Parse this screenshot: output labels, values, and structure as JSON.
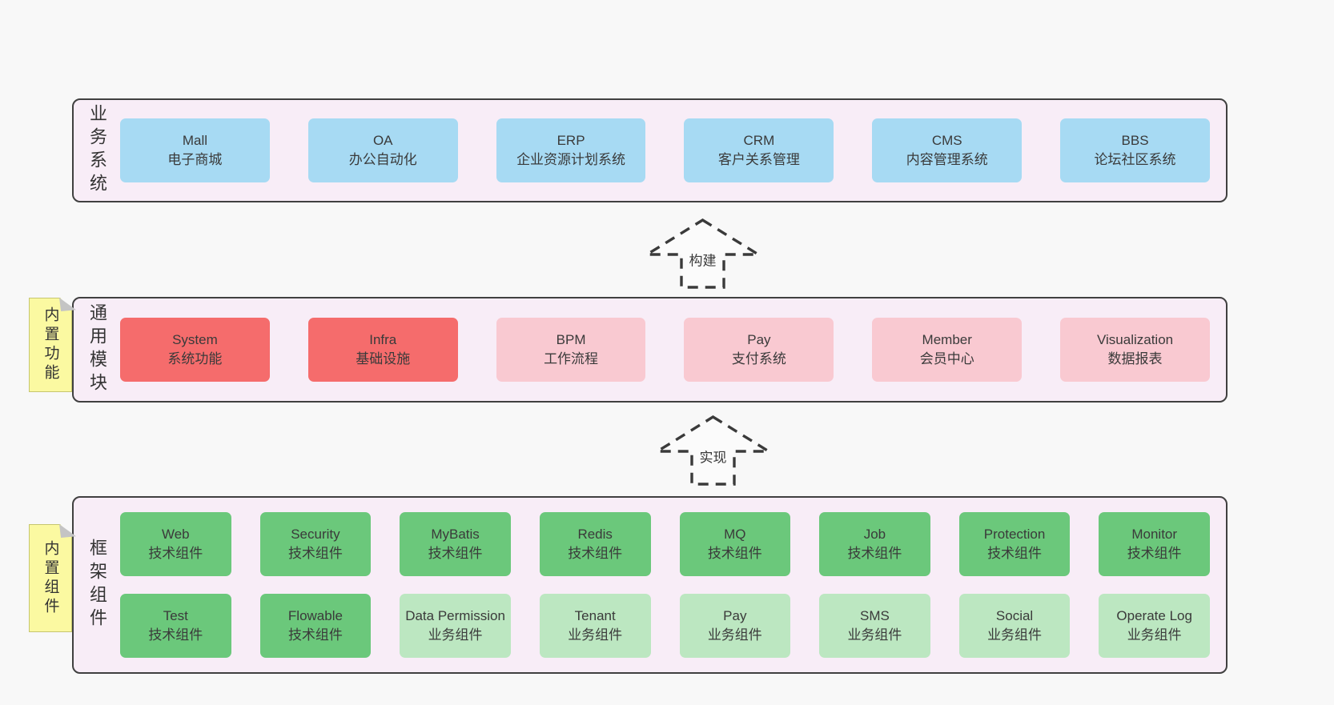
{
  "diagram": {
    "colors": {
      "page_bg": "#f8f8f8",
      "container_bg": "#f8edf7",
      "container_border": "#404040",
      "note_bg": "#fbf9a1",
      "blue": "#a7daf3",
      "red": "#f56c6c",
      "pink": "#f9c9d1",
      "green": "#6bc87b",
      "light_green": "#bce7c1",
      "text": "#3a3a3a"
    },
    "sections": [
      {
        "key": "business-systems",
        "side_label": "业务系统",
        "note": null,
        "rows": [
          [
            {
              "title": "Mall",
              "subtitle": "电子商城",
              "variant": "blue"
            },
            {
              "title": "OA",
              "subtitle": "办公自动化",
              "variant": "blue"
            },
            {
              "title": "ERP",
              "subtitle": "企业资源计划系统",
              "variant": "blue"
            },
            {
              "title": "CRM",
              "subtitle": "客户关系管理",
              "variant": "blue"
            },
            {
              "title": "CMS",
              "subtitle": "内容管理系统",
              "variant": "blue"
            },
            {
              "title": "BBS",
              "subtitle": "论坛社区系统",
              "variant": "blue"
            }
          ]
        ]
      },
      {
        "key": "common-modules",
        "side_label": "通用模块",
        "note": "内置功能",
        "rows": [
          [
            {
              "title": "System",
              "subtitle": "系统功能",
              "variant": "red"
            },
            {
              "title": "Infra",
              "subtitle": "基础设施",
              "variant": "red"
            },
            {
              "title": "BPM",
              "subtitle": "工作流程",
              "variant": "pink"
            },
            {
              "title": "Pay",
              "subtitle": "支付系统",
              "variant": "pink"
            },
            {
              "title": "Member",
              "subtitle": "会员中心",
              "variant": "pink"
            },
            {
              "title": "Visualization",
              "subtitle": "数据报表",
              "variant": "pink"
            }
          ]
        ]
      },
      {
        "key": "framework-components",
        "side_label": "框架组件",
        "note": "内置组件",
        "rows": [
          [
            {
              "title": "Web",
              "subtitle": "技术组件",
              "variant": "green"
            },
            {
              "title": "Security",
              "subtitle": "技术组件",
              "variant": "green"
            },
            {
              "title": "MyBatis",
              "subtitle": "技术组件",
              "variant": "green"
            },
            {
              "title": "Redis",
              "subtitle": "技术组件",
              "variant": "green"
            },
            {
              "title": "MQ",
              "subtitle": "技术组件",
              "variant": "green"
            },
            {
              "title": "Job",
              "subtitle": "技术组件",
              "variant": "green"
            },
            {
              "title": "Protection",
              "subtitle": "技术组件",
              "variant": "green"
            },
            {
              "title": "Monitor",
              "subtitle": "技术组件",
              "variant": "green"
            }
          ],
          [
            {
              "title": "Test",
              "subtitle": "技术组件",
              "variant": "green"
            },
            {
              "title": "Flowable",
              "subtitle": "技术组件",
              "variant": "green"
            },
            {
              "title": "Data Permission",
              "subtitle": "业务组件",
              "variant": "light_green"
            },
            {
              "title": "Tenant",
              "subtitle": "业务组件",
              "variant": "light_green"
            },
            {
              "title": "Pay",
              "subtitle": "业务组件",
              "variant": "light_green"
            },
            {
              "title": "SMS",
              "subtitle": "业务组件",
              "variant": "light_green"
            },
            {
              "title": "Social",
              "subtitle": "业务组件",
              "variant": "light_green"
            },
            {
              "title": "Operate Log",
              "subtitle": "业务组件",
              "variant": "light_green"
            }
          ]
        ]
      }
    ],
    "arrows": [
      {
        "label": "构建"
      },
      {
        "label": "实现"
      }
    ]
  }
}
